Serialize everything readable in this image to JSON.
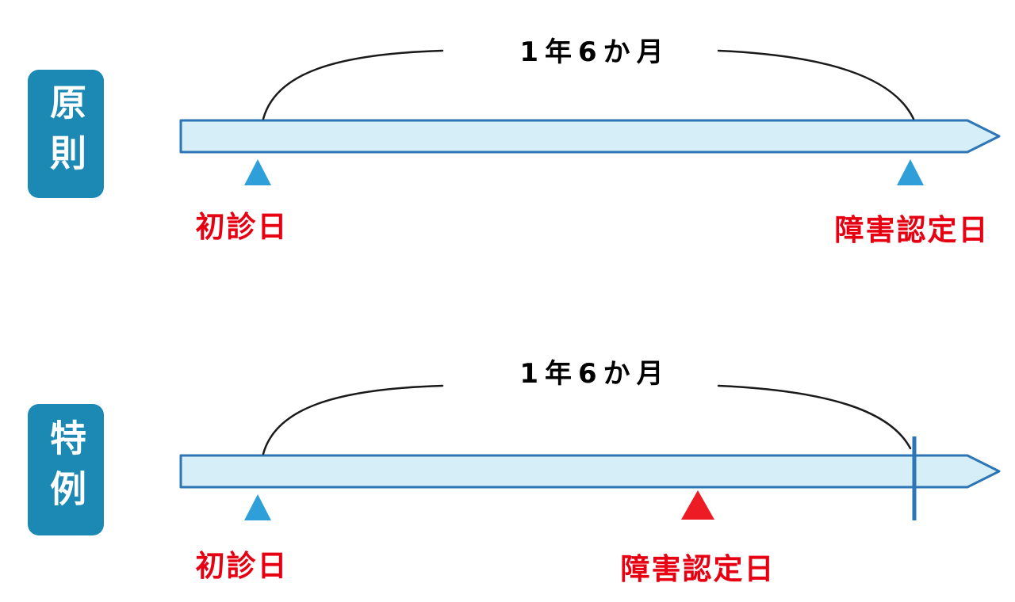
{
  "sections": [
    {
      "badge": "原則",
      "duration": "1年6か月",
      "start_marker": {
        "label": "初診日",
        "color": "blue"
      },
      "end_marker": {
        "label": "障害認定日",
        "color": "blue"
      }
    },
    {
      "badge": "特例",
      "duration": "1年6か月",
      "start_marker": {
        "label": "初診日",
        "color": "blue"
      },
      "end_marker": {
        "label": "障害認定日",
        "color": "red"
      }
    }
  ],
  "colors": {
    "badge_background": "#1b89b4",
    "badge_text": "#ffffff",
    "arrow_fill": "#d6eef7",
    "arrow_stroke": "#2e75b6",
    "curve_stroke": "#1a1a1a",
    "blue_marker": "#2e9fd9",
    "red_marker": "#ed1c24",
    "date_label_text": "#e60012",
    "duration_text": "#000000",
    "tick_stroke": "#2e75b6"
  }
}
